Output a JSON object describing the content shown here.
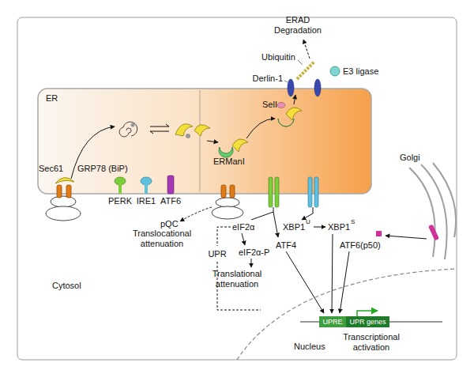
{
  "diagram": {
    "nodes": [
      {
        "text": [
          "ER"
        ]
      },
      {
        "text": [
          "UPRE"
        ]
      },
      {
        "text": [
          "UPR genes"
        ]
      }
    ],
    "labels": [
      "ERAD Degradation",
      "Ubiquitin",
      "E3 ligase",
      "Derlin-1",
      "SelI",
      "Golgi",
      "Sec61",
      "GRP78 (BiP)",
      "ERManI",
      "PERK",
      "IRE1",
      "ATF6",
      "pQC",
      "Translocational attenuation",
      "Cytosol",
      "eIF2α",
      "XBP1",
      "U",
      "XBP1",
      "S",
      "eIF2α-P",
      "ATF4",
      "ATF6(p50)",
      "UPR",
      "Translational attenuation",
      "Nucleus",
      "Transcriptional activation"
    ]
  }
}
